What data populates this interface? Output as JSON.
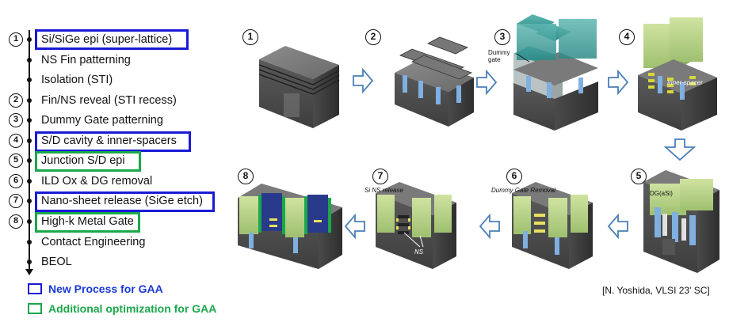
{
  "steps": [
    {
      "marker": "1",
      "label": "Si/SiGe epi (super-lattice)",
      "box": "blue"
    },
    {
      "marker": "",
      "label": "NS Fin patterning",
      "box": ""
    },
    {
      "marker": "",
      "label": "Isolation (STI)",
      "box": ""
    },
    {
      "marker": "2",
      "label": "Fin/NS reveal (STI recess)",
      "box": ""
    },
    {
      "marker": "3",
      "label": "Dummy Gate patterning",
      "box": ""
    },
    {
      "marker": "4",
      "label": "S/D cavity & inner-spacers",
      "box": "blue"
    },
    {
      "marker": "5",
      "label": "Junction S/D epi",
      "box": "green"
    },
    {
      "marker": "6",
      "label": "ILD Ox & DG removal",
      "box": ""
    },
    {
      "marker": "7",
      "label": "Nano-sheet release (SiGe etch)",
      "box": "blue"
    },
    {
      "marker": "8",
      "label": "High-k Metal Gate",
      "box": "green"
    },
    {
      "marker": "",
      "label": "Contact Engineering",
      "box": ""
    },
    {
      "marker": "",
      "label": "BEOL",
      "box": ""
    }
  ],
  "legend": {
    "blue_label": "New Process for GAA",
    "green_label": "Additional optimization for GAA"
  },
  "stages": [
    {
      "marker": "1"
    },
    {
      "marker": "2"
    },
    {
      "marker": "3"
    },
    {
      "marker": "4"
    },
    {
      "marker": "5"
    },
    {
      "marker": "6"
    },
    {
      "marker": "7"
    },
    {
      "marker": "8"
    }
  ],
  "annotations": {
    "dummy_gate": "Dummy\ngate",
    "inner_spacer": "Inner-spacer",
    "dg_asi": "DG(aSi)",
    "dg_removal": "Dummy Gate Removal",
    "si_ns_release": "Si NS release",
    "ns": "NS"
  },
  "citation": "[N. Yoshida, VLSI 23' SC]",
  "colors": {
    "blue": "#1a1ad6",
    "green": "#1aa84a",
    "legend_blue_text": "#1a3ad6",
    "legend_green_text": "#1aa84a",
    "arrow": "#4a7fb8"
  }
}
